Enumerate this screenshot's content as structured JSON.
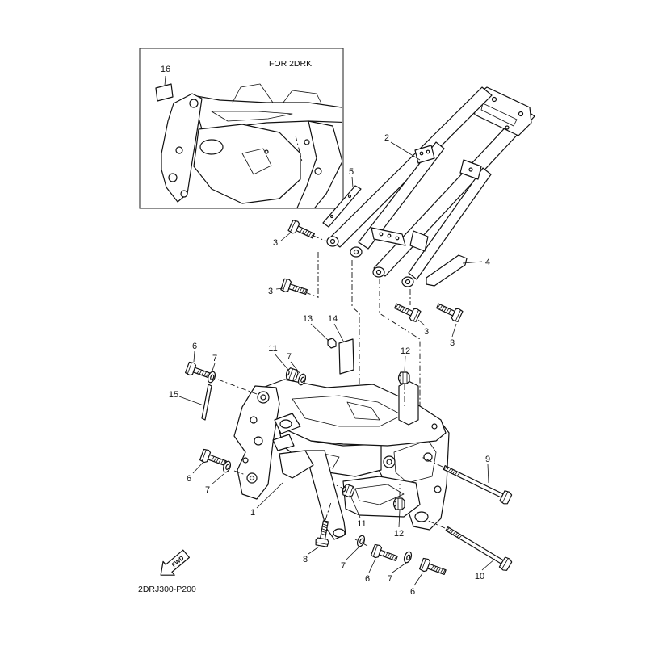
{
  "diagram": {
    "inset": {
      "title": "FOR 2DRK",
      "callout": "16"
    },
    "callouts": [
      "2",
      "5",
      "3",
      "4",
      "3",
      "3",
      "3",
      "13",
      "14",
      "6",
      "7",
      "11",
      "7",
      "12",
      "15",
      "9",
      "6",
      "7",
      "1",
      "11",
      "12",
      "8",
      "7",
      "6",
      "7",
      "10",
      "6"
    ],
    "fwd_label": "FWD",
    "drawing_code": "2DRJ300-P200"
  }
}
